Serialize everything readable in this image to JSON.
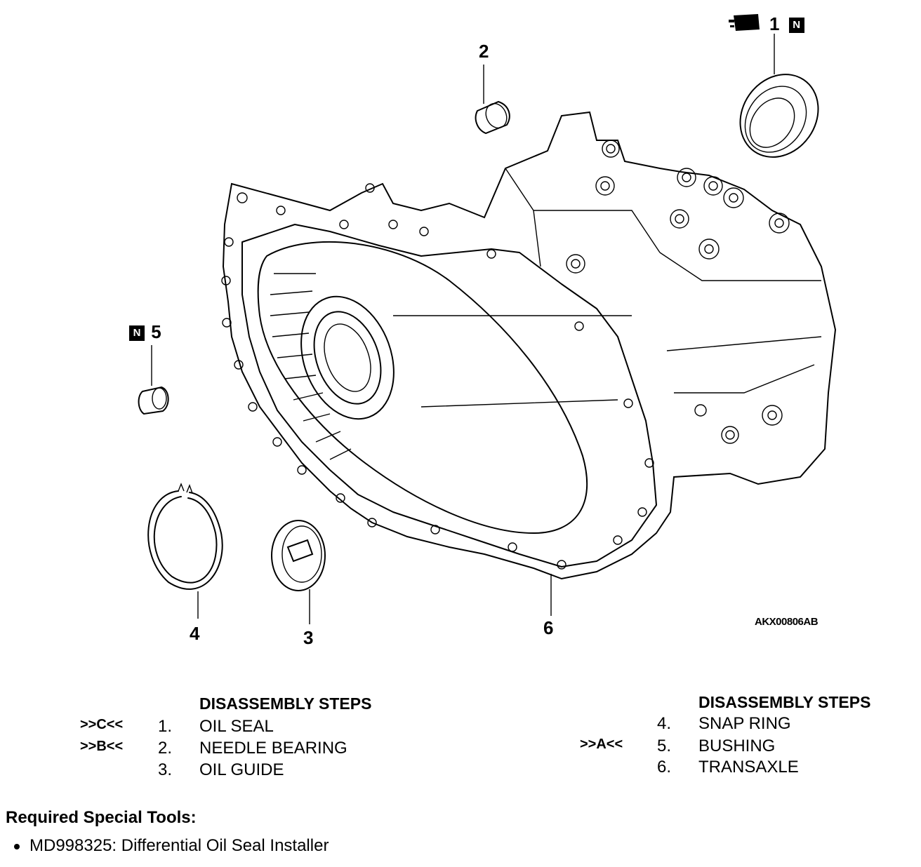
{
  "diagram": {
    "callouts": {
      "c1": "1",
      "c2": "2",
      "c3": "3",
      "c4": "4",
      "c5": "5",
      "c6": "6"
    },
    "n_badge": "N",
    "figure_code": "AKX00806AB"
  },
  "steps_left": {
    "header": "DISASSEMBLY STEPS",
    "rows": [
      {
        "ref": ">>C<<",
        "num": "1.",
        "label": "OIL SEAL"
      },
      {
        "ref": ">>B<<",
        "num": "2.",
        "label": "NEEDLE BEARING"
      },
      {
        "ref": "",
        "num": "3.",
        "label": "OIL GUIDE"
      }
    ]
  },
  "steps_right": {
    "header": "DISASSEMBLY STEPS",
    "rows": [
      {
        "ref": "",
        "num": "4.",
        "label": "SNAP RING"
      },
      {
        "ref": ">>A<<",
        "num": "5.",
        "label": "BUSHING"
      },
      {
        "ref": "",
        "num": "6.",
        "label": "TRANSAXLE"
      }
    ]
  },
  "tools": {
    "title": "Required Special Tools:",
    "items": [
      "MD998325: Differential Oil Seal Installer"
    ]
  }
}
